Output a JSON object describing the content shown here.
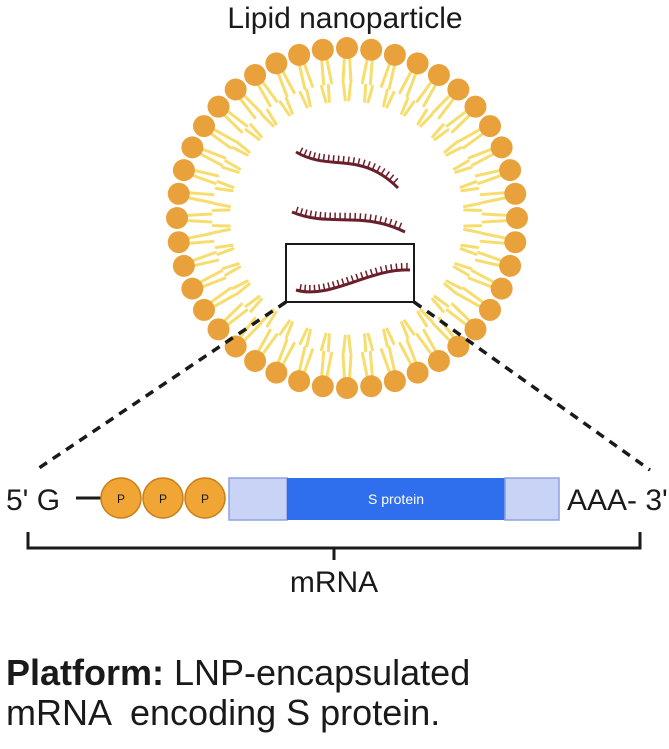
{
  "title": "Lipid nanoparticle",
  "mrna": {
    "five_prime": "5' G",
    "cap_labels": [
      "P",
      "P",
      "P"
    ],
    "orf_label": "S protein",
    "three_prime": "AAA- 3'",
    "bracket_label": "mRNA"
  },
  "caption": {
    "bold": "Platform:",
    "line1": " LNP-encapsulated",
    "line2": "mRNA  encoding S protein."
  },
  "colors": {
    "lipid_head": "#e9a23b",
    "lipid_tail": "#f6dd6e",
    "rna_strand": "#6b1f2a",
    "cap_fill": "#f0a535",
    "utr_fill": "#c9d3f5",
    "orf_fill": "#2f6fed",
    "line": "#1a1a1a"
  }
}
